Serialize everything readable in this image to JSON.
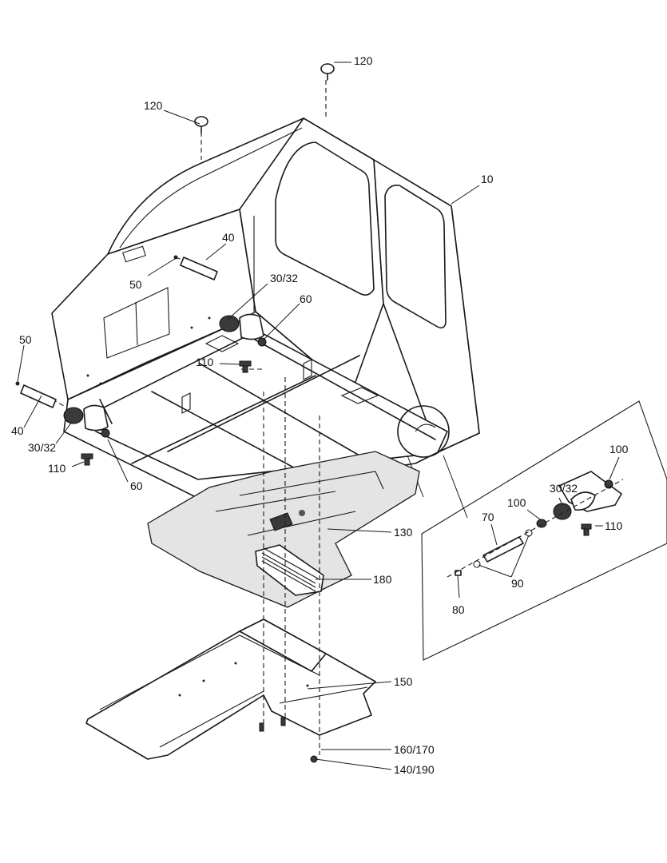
{
  "callouts": {
    "c120a": "120",
    "c120b": "120",
    "c10": "10",
    "c40a": "40",
    "c50a": "50",
    "c3032a": "30/32",
    "c60a": "60",
    "c50b": "50",
    "c110a": "110",
    "c40b": "40",
    "c3032b": "30/32",
    "c110b": "110",
    "c60b": "60",
    "c100a": "100",
    "c3032c": "30/32",
    "c100b": "100",
    "c70": "70",
    "c110c": "110",
    "c90": "90",
    "c80": "80",
    "c130": "130",
    "c180": "180",
    "c150": "150",
    "c160170": "160/170",
    "c140190": "140/190"
  },
  "colors": {
    "line": "#1a1a1a",
    "plate_fill": "#e4e4e4",
    "rubber": "#3a3a3a"
  }
}
